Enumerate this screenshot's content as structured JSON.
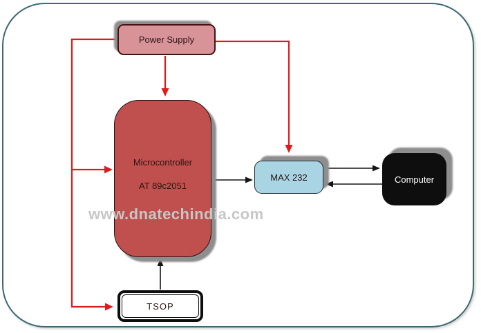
{
  "watermark": {
    "text": "www.dnatechindia.com"
  },
  "nodes": {
    "power_supply": {
      "label": "Power Supply"
    },
    "microcontroller": {
      "line1": "Microcontroller",
      "line2": "AT 89c2051"
    },
    "max232": {
      "label": "MAX 232"
    },
    "computer": {
      "label": "Computer"
    },
    "tsop": {
      "label": "TSOP"
    }
  },
  "colors": {
    "wire-red": "#e01b1b",
    "wire-black": "#141414",
    "frame": "#3c6872",
    "shadow": "#8e8e8e",
    "power-fill": "#d89399",
    "power-border": "#45120f",
    "micro-fill": "#c0504d",
    "micro-border": "#241010",
    "max-fill": "#a9d4e3",
    "max-border": "#1a2b30",
    "computer-fill": "#0e0e0e",
    "computer-text": "#ffffff",
    "tsop-fill": "#ffffff",
    "tsop-border": "#0d0d0d",
    "watermark": "#c7c7c7",
    "label-dark": "#2b1414"
  }
}
